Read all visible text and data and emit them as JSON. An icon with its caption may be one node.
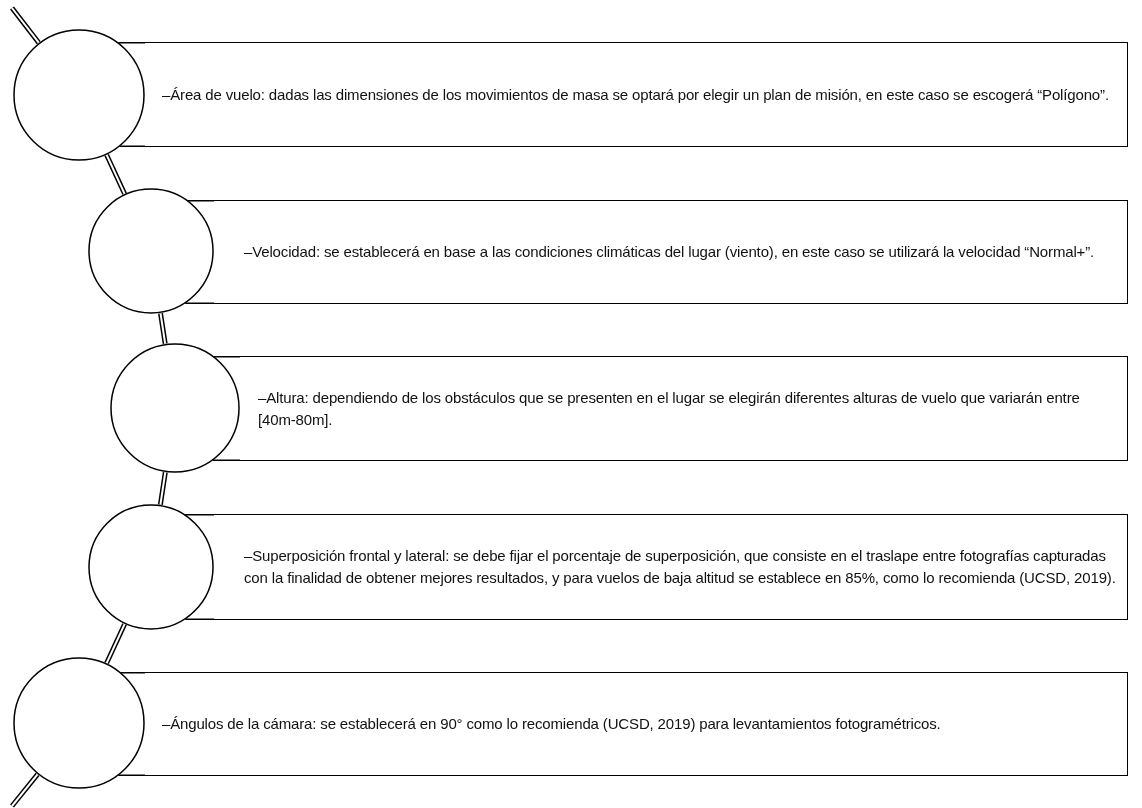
{
  "diagram": {
    "nodes": [
      {
        "text": [],
        "shape": "circle"
      },
      {
        "text": [
          "–Área de vuelo: dadas las dimensiones de los movimientos de masa se optará por elegir un plan de misión, en este caso se escogerá “Polígono”."
        ]
      },
      {
        "text": [],
        "shape": "circle"
      },
      {
        "text": [
          "–Velocidad: se establecerá en base a las condiciones climáticas del lugar (viento), en este caso se utilizará la velocidad “Normal+”."
        ]
      },
      {
        "text": [],
        "shape": "circle"
      },
      {
        "text": [
          "–Altura: dependiendo de los obstáculos que se presenten en el lugar se elegirán diferentes alturas de vuelo que variarán entre [40m-80m]."
        ]
      },
      {
        "text": [],
        "shape": "circle"
      },
      {
        "text": [
          "–Superposición frontal y lateral: se debe fijar el porcentaje de superposición, que consiste en el traslape entre fotografías capturadas con la finalidad de obtener mejores resultados, y para vuelos de baja altitud se establece en 85%, como lo recomienda (UCSD, 2019)."
        ]
      },
      {
        "text": [],
        "shape": "circle"
      },
      {
        "text": [
          "–Ángulos de la cámara: se establecerá en 90° como lo recomienda (UCSD, 2019) para levantamientos fotogramétricos."
        ]
      }
    ],
    "edges": [
      {
        "from": null,
        "to": 0,
        "arrow": "none"
      },
      {
        "from": 0,
        "to": 2,
        "arrow": "none"
      },
      {
        "from": 2,
        "to": 4,
        "arrow": "none"
      },
      {
        "from": 4,
        "to": 6,
        "arrow": "none"
      },
      {
        "from": 6,
        "to": 8,
        "arrow": "none"
      },
      {
        "from": 8,
        "to": null,
        "arrow": "none"
      }
    ]
  }
}
